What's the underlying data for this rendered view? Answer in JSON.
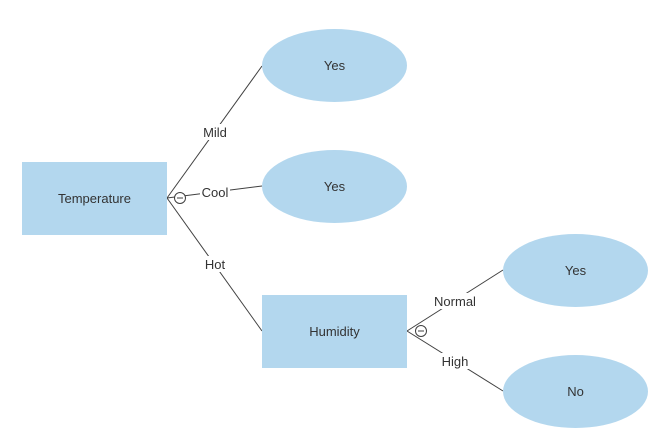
{
  "colors": {
    "node_fill": "#b3d7ee",
    "edge": "#404040",
    "text": "#333333"
  },
  "nodes": {
    "temperature": {
      "label": "Temperature",
      "shape": "rectangle"
    },
    "yes_mild": {
      "label": "Yes",
      "shape": "ellipse"
    },
    "yes_cool": {
      "label": "Yes",
      "shape": "ellipse"
    },
    "humidity": {
      "label": "Humidity",
      "shape": "rectangle"
    },
    "yes_normal": {
      "label": "Yes",
      "shape": "ellipse"
    },
    "no_high": {
      "label": "No",
      "shape": "ellipse"
    }
  },
  "edges": {
    "mild": {
      "label": "Mild",
      "from": "temperature",
      "to": "yes_mild"
    },
    "cool": {
      "label": "Cool",
      "from": "temperature",
      "to": "yes_cool"
    },
    "hot": {
      "label": "Hot",
      "from": "temperature",
      "to": "humidity"
    },
    "normal": {
      "label": "Normal",
      "from": "humidity",
      "to": "yes_normal"
    },
    "high": {
      "label": "High",
      "from": "humidity",
      "to": "no_high"
    }
  },
  "icons": {
    "collapse": "minus-circle-icon"
  }
}
